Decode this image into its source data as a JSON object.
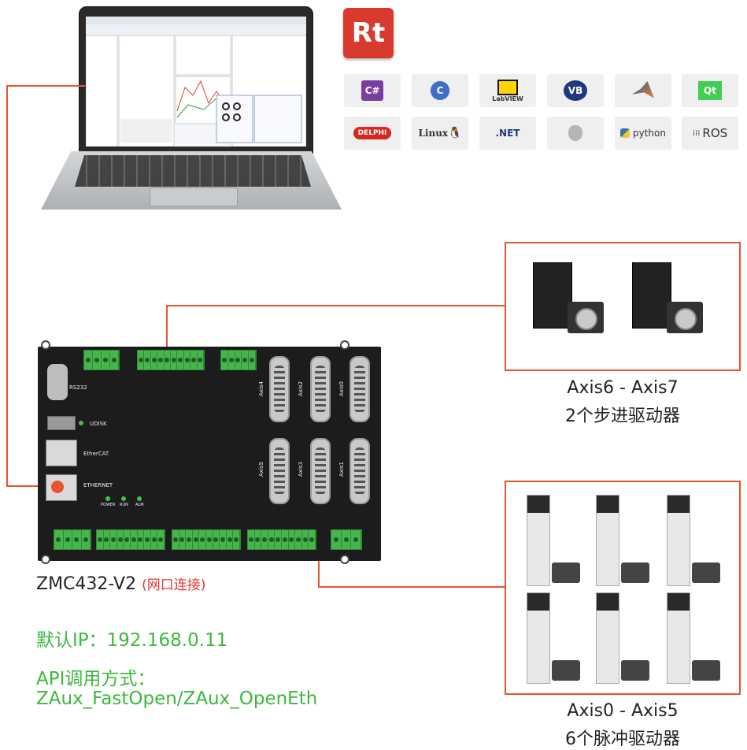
{
  "software_logos": [
    "C#",
    "C",
    "LabVIEW",
    "VB",
    "MATLAB",
    "Qt",
    "DELPHI",
    "Linux",
    ".NET",
    "apple-icon",
    "python",
    "ROS"
  ],
  "rt_logo": "Rt",
  "laptop": {
    "app_title": "ZDevelop"
  },
  "controller": {
    "model": "ZMC432-V2",
    "connection_note": "(网口连接)",
    "ports": {
      "rs232": "RS232",
      "udisk": "UDISK",
      "ethercat": "EtherCAT",
      "ethernet": "ETHERNET",
      "leds": [
        "POWER",
        "RUN",
        "ALM"
      ],
      "axes_top": [
        "Axis4",
        "Axis2",
        "Axis0"
      ],
      "axes_bottom": [
        "Axis5",
        "Axis3",
        "Axis1"
      ]
    }
  },
  "ip_line": "默认IP：192.168.0.11",
  "api_title": "API调用方式：",
  "api_funcs": "ZAux_FastOpen/ZAux_OpenEth",
  "stepper_group": {
    "title": "Axis6 - Axis7",
    "desc": "2个步进驱动器"
  },
  "servo_group": {
    "title": "Axis0 - Axis5",
    "desc": "6个脉冲驱动器"
  },
  "colors": {
    "wire": "#e8542b",
    "green_text": "#3cb83c",
    "red_text": "#e03a2e"
  }
}
